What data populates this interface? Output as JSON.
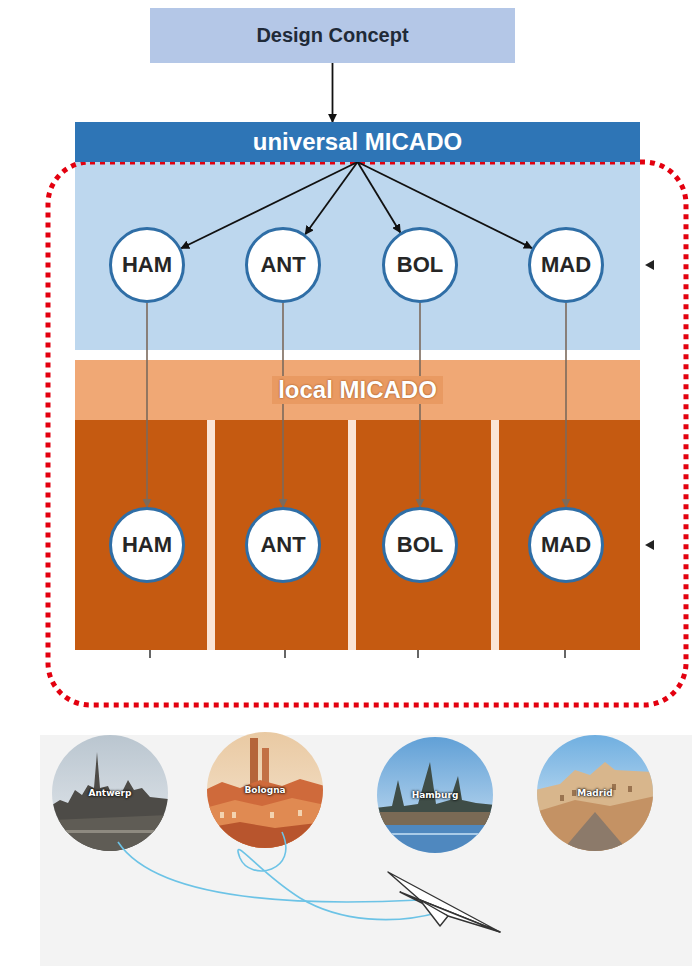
{
  "diagram": {
    "nodes": [
      {
        "text": [
          "Design Concept"
        ]
      },
      {
        "text": [
          "universal MICADO"
        ]
      },
      {
        "text": [
          "HAM"
        ]
      },
      {
        "text": [
          "ANT"
        ]
      },
      {
        "text": [
          "BOL"
        ]
      },
      {
        "text": [
          "MAD"
        ]
      },
      {
        "text": [
          "local MICADO"
        ]
      },
      {
        "text": [
          "HAM"
        ]
      },
      {
        "text": [
          "ANT"
        ]
      },
      {
        "text": [
          "BOL"
        ]
      },
      {
        "text": [
          "MAD"
        ]
      },
      {
        "text": [
          "Antwerp"
        ]
      },
      {
        "text": [
          "Bologna"
        ]
      },
      {
        "text": [
          "Hamburg"
        ]
      },
      {
        "text": [
          "Madrid"
        ]
      }
    ],
    "edges": [
      {
        "from": 0,
        "to": 1,
        "arrow": "to"
      },
      {
        "from": 1,
        "to": 2,
        "arrow": "to"
      },
      {
        "from": 1,
        "to": 3,
        "arrow": "to"
      },
      {
        "from": 1,
        "to": 4,
        "arrow": "to"
      },
      {
        "from": 1,
        "to": 5,
        "arrow": "to"
      },
      {
        "from": 2,
        "to": 7,
        "arrow": "to"
      },
      {
        "from": 3,
        "to": 8,
        "arrow": "to"
      },
      {
        "from": 4,
        "to": 9,
        "arrow": "to"
      },
      {
        "from": 5,
        "to": 10,
        "arrow": "to"
      }
    ]
  }
}
